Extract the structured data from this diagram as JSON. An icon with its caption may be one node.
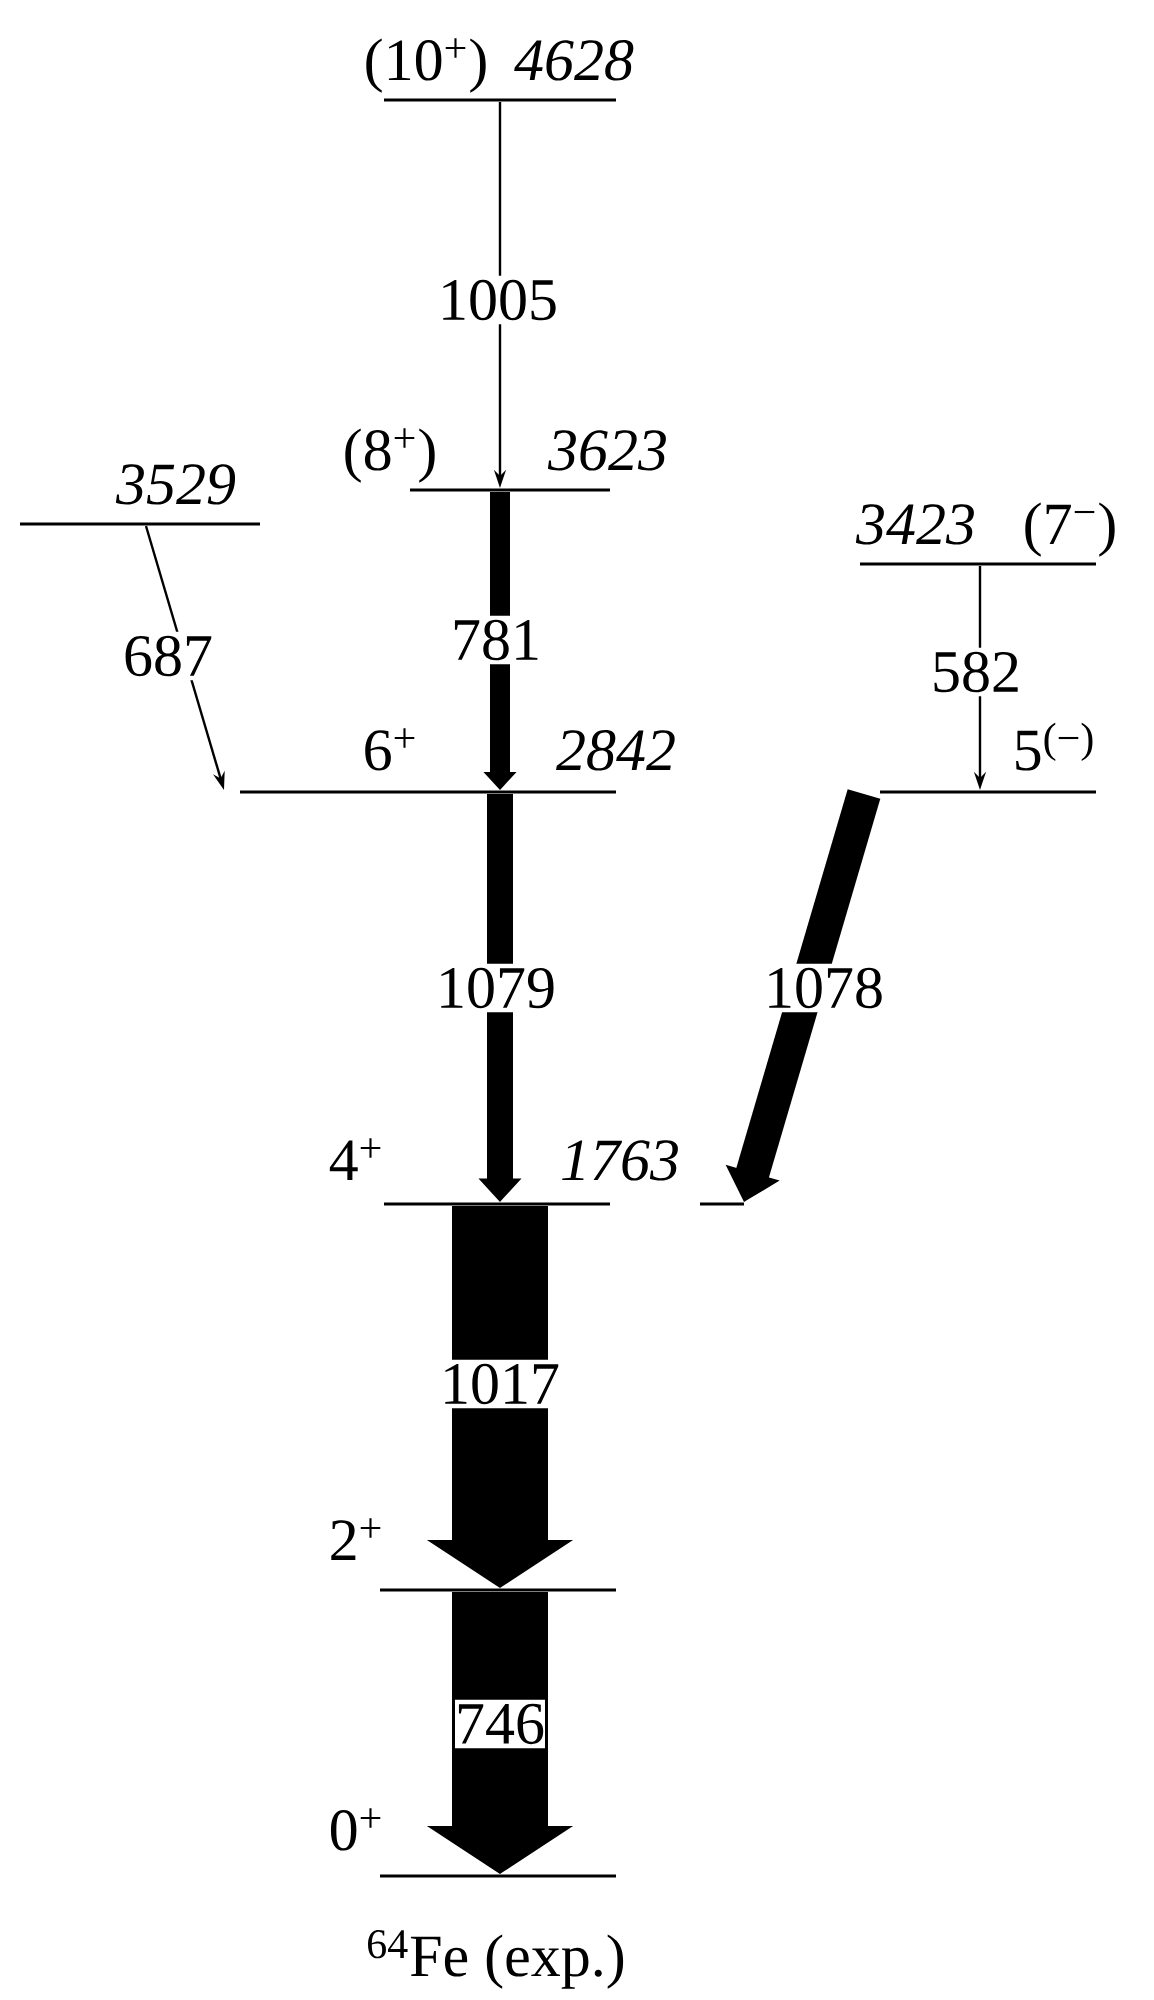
{
  "diagram": {
    "caption": "$^{64}$Fe (exp.)",
    "nodes": [
      {
        "text": [
          "(10$^{+}$)",
          "4628"
        ]
      },
      {
        "text": [
          "(8$^{+}$)",
          "3623"
        ]
      },
      {
        "text": [
          "3529"
        ]
      },
      {
        "text": [
          "3423",
          "(7$^{−}$)"
        ]
      },
      {
        "text": [
          "6$^{+}$",
          "2842"
        ]
      },
      {
        "text": [
          "5$^{(−)}$"
        ]
      },
      {
        "text": [
          "4$^{+}$",
          "1763"
        ]
      },
      {
        "text": [
          "2$^{+}$"
        ]
      },
      {
        "text": [
          "0$^{+}$"
        ]
      }
    ],
    "edges": [
      {
        "from": 0,
        "to": 1,
        "arrow": "to",
        "label": "1005"
      },
      {
        "from": 2,
        "to": 4,
        "arrow": "to",
        "label": "687"
      },
      {
        "from": 1,
        "to": 4,
        "arrow": "to",
        "label": "781"
      },
      {
        "from": 3,
        "to": 5,
        "arrow": "to",
        "label": "582"
      },
      {
        "from": 4,
        "to": 6,
        "arrow": "to",
        "label": "1079"
      },
      {
        "from": 5,
        "to": 6,
        "arrow": "to",
        "label": "1078"
      },
      {
        "from": 6,
        "to": 7,
        "arrow": "to",
        "label": "1017",
        "style": "thick"
      },
      {
        "from": 7,
        "to": 8,
        "arrow": "to",
        "label": "746",
        "style": "thick"
      }
    ]
  }
}
